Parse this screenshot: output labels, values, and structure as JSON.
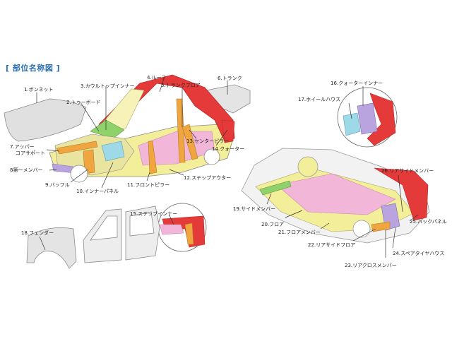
{
  "title": "[ 部位名称図 ]",
  "colors": {
    "title": "#2a6fb0",
    "roof_red": "#e43a3a",
    "yellow": "#f3ee9a",
    "pink": "#f2b6d8",
    "green": "#8fd16a",
    "orange": "#f0a640",
    "lavender": "#b9a4df",
    "cyan": "#9ed9e8",
    "gray": "#dcdcdc"
  },
  "labels": [
    "1.ボンネット",
    "2.トゥーボード",
    "3.カウルトップインナー",
    "4.ルーフ",
    "5.トランクフロア",
    "6.トランク",
    "7.アッパー\nコアサポート",
    "8第一メンバー",
    "9.バッフル",
    "10.インナーパネル",
    "11.フロントピラー",
    "12.ステップアウター",
    "13.センターピラー",
    "14.クォーター",
    "15.ステップインナー",
    "16.クォーターインナー",
    "17.ホイールハウス",
    "18.フェンダー",
    "19.サイドメンバー",
    "20.フロア",
    "21.フロアメンバー",
    "22.リアサイドフロア",
    "23.リアクロスメンバー",
    "24.スペアタイヤハウス",
    "25.バックパネル",
    "26.リアサイドメンバー"
  ]
}
